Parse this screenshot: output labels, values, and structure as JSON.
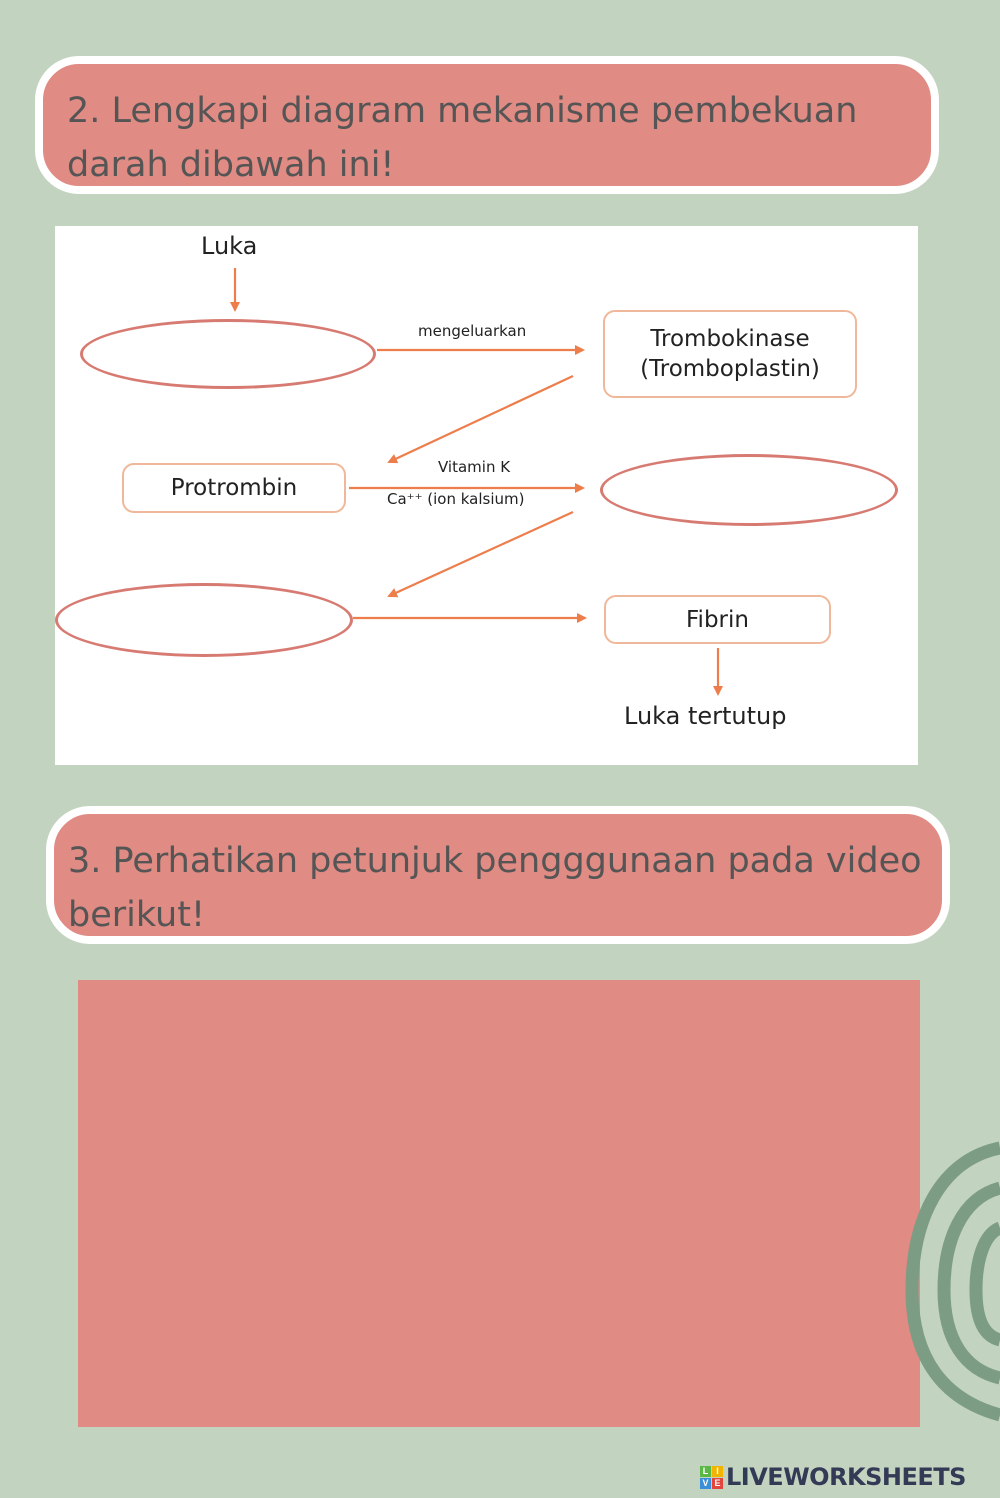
{
  "question2": {
    "line1": "2. Lengkapi diagram mekanisme pembekuan",
    "line2": "darah dibawah ini!"
  },
  "diagram": {
    "start_label": "Luka",
    "arrow_label_release": "mengeluarkan",
    "thrombokinase_line1": "Trombokinase",
    "thrombokinase_line2": "(Tromboplastin)",
    "prothrombin": "Protrombin",
    "cofactor_vitamin": "Vitamin K",
    "cofactor_calcium": "Ca⁺⁺ (ion kalsium)",
    "fibrin": "Fibrin",
    "end_label": "Luka tertutup",
    "answer_slots": [
      {
        "id": "answer-1",
        "value": ""
      },
      {
        "id": "answer-2",
        "value": ""
      },
      {
        "id": "answer-3",
        "value": ""
      }
    ],
    "colors": {
      "arrow": "#ed7d4b",
      "slot_border": "#d77b72",
      "box_border": "#f0b89a"
    }
  },
  "question3": {
    "line1": "3. Perhatikan petunjuk pengggunaan pada video",
    "line2": "berikut!"
  },
  "logo": {
    "text": "LIVEWORKSHEETS",
    "mark_letters": [
      "L",
      "I",
      "V",
      "E"
    ]
  },
  "colors": {
    "background": "#c2d3bf",
    "panel": "#e08b83",
    "panel_border": "#ffffff",
    "text": "#555555",
    "swirl": "#7d9c84"
  }
}
